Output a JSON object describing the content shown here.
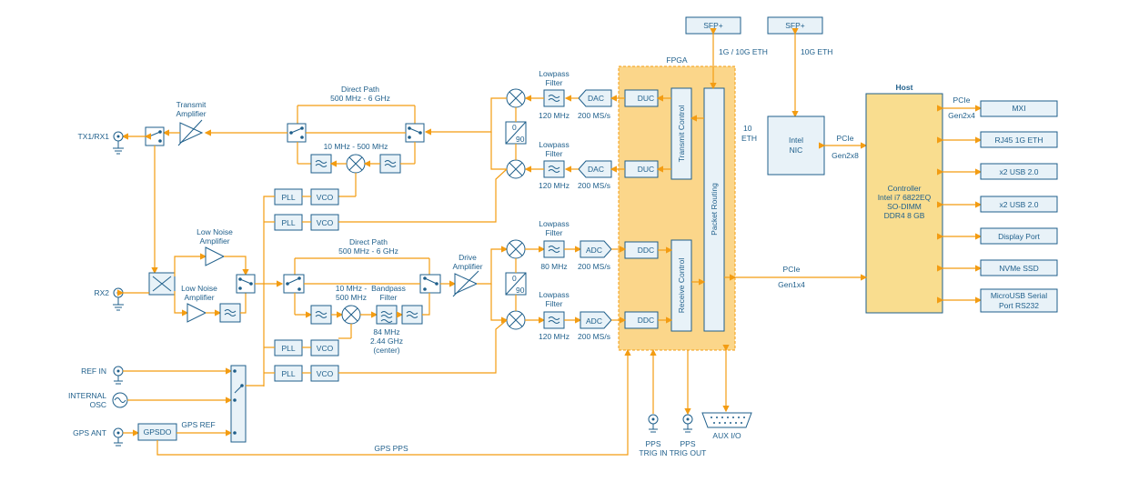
{
  "colors": {
    "accent": "#f39c12",
    "box_stroke": "#1f5f8b",
    "box_fill": "#e8f2f8",
    "fpga_fill": "#fbd68a",
    "host_fill": "#f9dd8f"
  },
  "labels": {
    "sfp1": "SFP+",
    "sfp2": "SFP+",
    "eth_1g_10g": "1G / 10G ETH",
    "eth_10g": "10G ETH",
    "fpga": "FPGA",
    "host": "Host",
    "eth_10g_a": "10",
    "eth_10g_b": "ETH",
    "nic_a": "Intel",
    "nic_b": "NIC",
    "pcie1": "PCIe",
    "pcie1_sub": "Gen2x8",
    "pcie2": "PCIe",
    "pcie2_sub": "Gen2x4",
    "pcie3": "PCIe",
    "pcie3_sub": "Gen1x4",
    "ctrl1": "Controller",
    "ctrl2": "Intel i7 6822EQ",
    "ctrl3": "SO-DIMM",
    "ctrl4": "DDR4 8 GB",
    "mxi": "MXI",
    "rj45": "RJ45 1G ETH",
    "usb1": "x2 USB 2.0",
    "usb2": "x2 USB 2.0",
    "dp": "Display Port",
    "nvme": "NVMe SSD",
    "micro1": "MicroUSB Serial",
    "micro2": "Port RS232",
    "transmit_control": "Transmit Control",
    "receive_control": "Receive Control",
    "packet_routing": "Packet Routing",
    "duc": "DUC",
    "ddc": "DDC",
    "dac": "DAC",
    "adc": "ADC",
    "ms": "200 MS/s",
    "lowpass_a": "Lowpass",
    "lowpass_b": "Filter",
    "mhz120": "120 MHz",
    "mhz80": "80 MHz",
    "quad0": "0",
    "quad90": "90",
    "direct_path": "Direct Path",
    "direct_range": "500 MHz - 6 GHz",
    "low_range": "10 MHz - 500 MHz",
    "low_range_a": "10 MHz -",
    "low_range_b": "500 MHz",
    "bandpass_a": "Bandpass",
    "bandpass_b": "Filter",
    "bp_freq1": "84 MHz",
    "bp_freq2": "2.44 GHz",
    "bp_freq3": "(center)",
    "transmit_amp_a": "Transmit",
    "transmit_amp_b": "Amplifier",
    "lna_a": "Low Noise",
    "lna_b": "Amplifier",
    "drive_amp_a": "Drive",
    "drive_amp_b": "Amplifier",
    "pll": "PLL",
    "vco": "VCO",
    "tx1rx1": "TX1/RX1",
    "rx2": "RX2",
    "ref_in": "REF IN",
    "int_osc_a": "INTERNAL",
    "int_osc_b": "OSC",
    "gps_ant": "GPS ANT",
    "gpsdo": "GPSDO",
    "gps_ref": "GPS REF",
    "gps_pps": "GPS PPS",
    "pps_in_a": "PPS",
    "pps_in_b": "TRIG IN",
    "pps_out_a": "PPS",
    "pps_out_b": "TRIG OUT",
    "aux_io": "AUX I/O"
  }
}
